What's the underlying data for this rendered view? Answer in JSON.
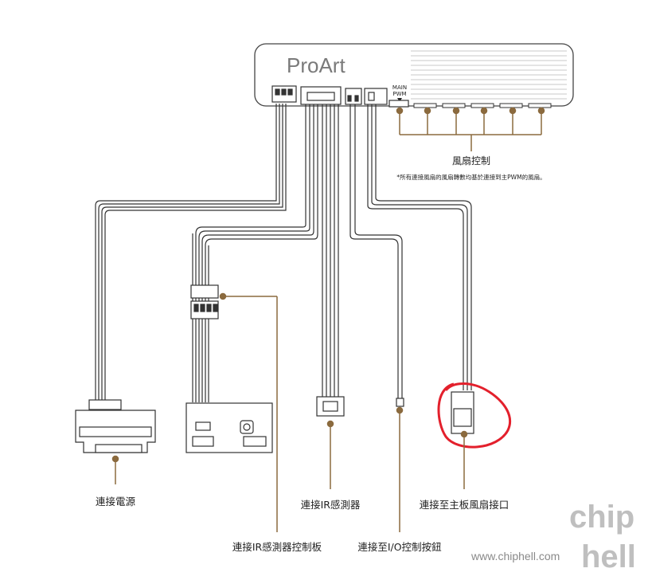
{
  "hub": {
    "brand": "ProArt",
    "main_pwm_line1": "MAIN",
    "main_pwm_line2": "PWM"
  },
  "labels": {
    "fan_control": "風扇控制",
    "fan_note": "*所有連接風扇的風扇轉數均基於連接到主PWM的風扇。",
    "power": "連接電源",
    "ir_board": "連接IR感測器控制板",
    "ir_sensor": "連接IR感測器",
    "io_button": "連接至I/O控制按鈕",
    "mobo_fan": "連接至主板風扇接口"
  },
  "watermark": {
    "url": "www.chiphell.com",
    "logo_top": "chip",
    "logo_bottom": "hell"
  },
  "colors": {
    "leader": "#8b6a3e",
    "highlight": "#e3202c",
    "cable": "#333333"
  }
}
